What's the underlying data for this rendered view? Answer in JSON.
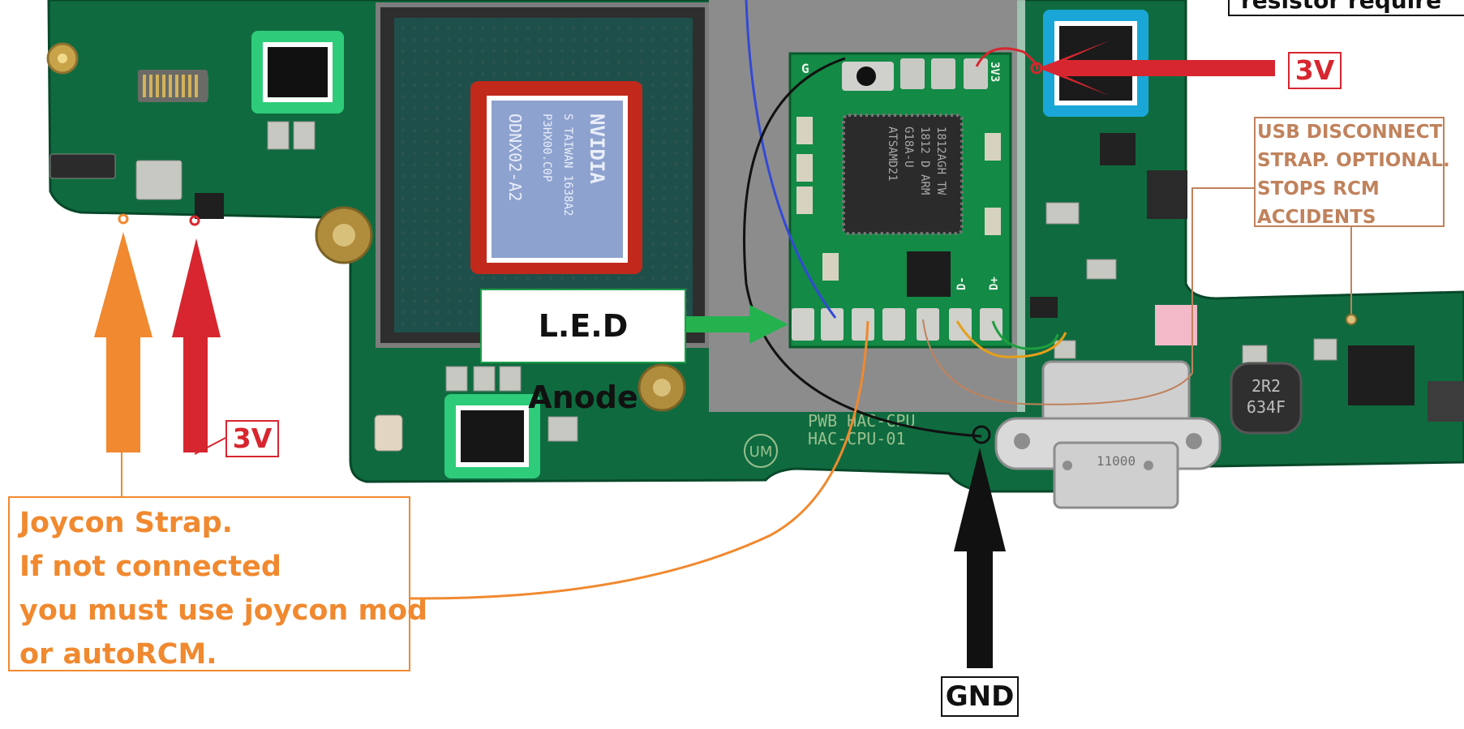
{
  "labels": {
    "top_note": "resistor require",
    "power_3v_top": "3V",
    "power_3v_left": "3V",
    "usb_note": [
      "USB DISCONNECT",
      "STRAP. OPTIONAL.",
      "STOPS RCM",
      "ACCIDENTS"
    ],
    "led": "L.E.D Anode",
    "joycon_note": [
      "Joycon Strap.",
      "If not connected",
      "you must use joycon mod",
      "or autoRCM."
    ],
    "ground": "GND"
  },
  "chips": {
    "gpu": [
      "NVIDIA",
      "S TAIWAN 1638A2",
      "P3HX00.C0P",
      "ODNX02-A2"
    ],
    "mcu": [
      "ATSAMD21",
      "G18A-U",
      "1812 D  ARM",
      "1812AGH TW"
    ],
    "module_pins": [
      "3V3",
      "G",
      "D-",
      "D+"
    ],
    "board_silk": [
      "PWB HAC-CPU",
      "HAC-CPU-01",
      "UM"
    ],
    "inductor": [
      "2R2",
      "634F"
    ],
    "usb_port": "11000"
  },
  "colors": {
    "board": "#0f6b3f",
    "board_dark": "#0a4e2d",
    "overlay_gray": "#8c8c8c",
    "power_red": "#d7262f",
    "joycon_orange": "#f0892f",
    "led_green": "#24b24e",
    "ground_black": "#111111",
    "usb_note_brown": "#c0825c",
    "highlight_cyan": "#1aa7d8"
  }
}
